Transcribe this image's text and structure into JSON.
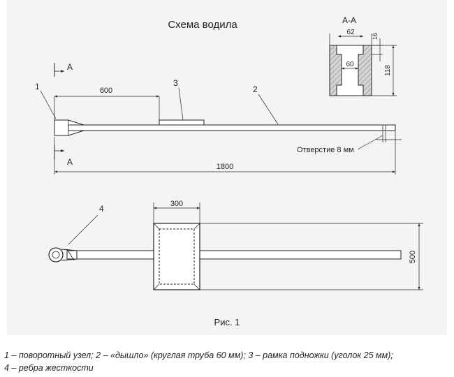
{
  "figure": {
    "title": "Схема водила",
    "section_mark": "А-А",
    "section_width": "62",
    "section_inner": "60",
    "section_thickness": "16",
    "section_height": "118",
    "cut_letter_top": "А",
    "cut_letter_bottom": "А",
    "label_1": "1",
    "label_2": "2",
    "label_3": "3",
    "label_4": "4",
    "dim_600": "600",
    "dim_1800": "1800",
    "hole_note": "Отверстие 8 мм",
    "dim_300": "300",
    "dim_500": "500",
    "caption": "Рис. 1"
  },
  "legend": {
    "line1": "1 – поворотный узел; 2 – «дышло» (круглая труба 60 мм); 3 – рамка подножки (уголок 25 мм);",
    "line2": "4 – ребра жесткости"
  },
  "colors": {
    "panel_bg": "#f4f4f4",
    "stroke": "#222222",
    "hatch_fill": "#c8c8c8"
  }
}
